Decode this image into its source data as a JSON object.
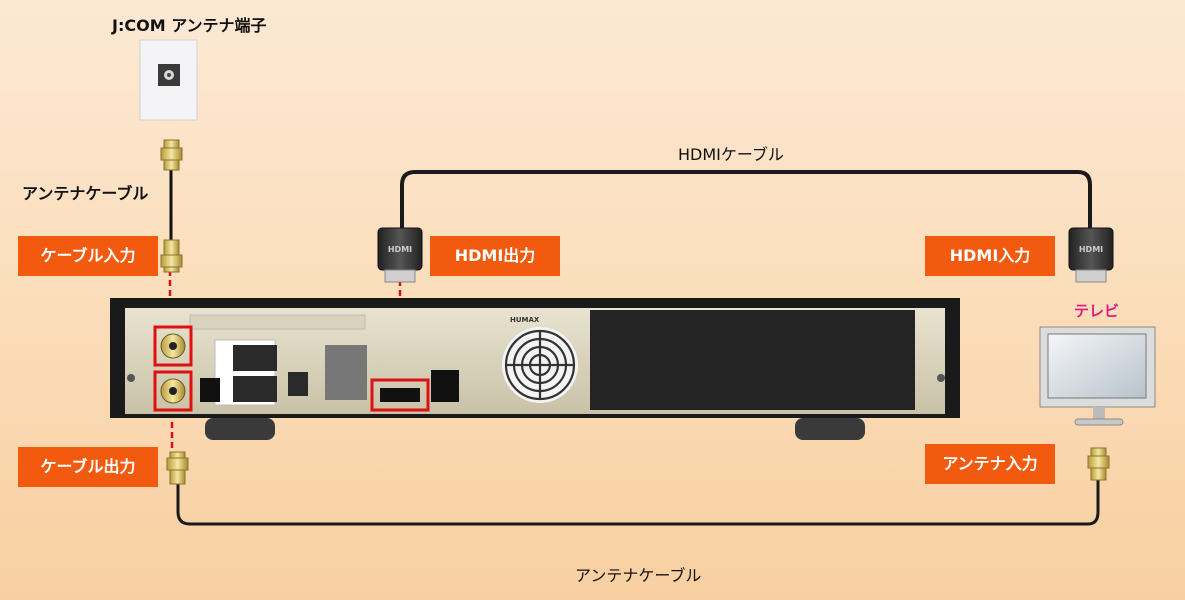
{
  "diagram": {
    "wall_outlet_title": "J:COM アンテナ端子",
    "antenna_cable_top": "アンテナケーブル",
    "hdmi_cable": "HDMIケーブル",
    "antenna_cable_bottom": "アンテナケーブル",
    "tv_label": "テレビ",
    "labels": {
      "cable_in": "ケーブル入力",
      "cable_out": "ケーブル出力",
      "hdmi_out": "HDMI出力",
      "hdmi_in": "HDMI入力",
      "antenna_in": "アンテナ入力"
    },
    "device_brand": "HUMAX",
    "hdmi_connector_logo": "HDMI"
  }
}
